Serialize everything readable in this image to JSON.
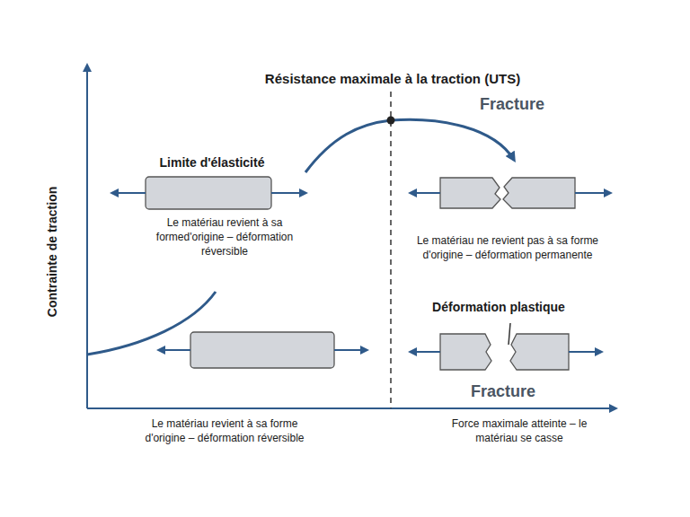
{
  "diagram": {
    "title": "Résistance maximale à la traction (UTS)",
    "labels": [
      "Contrainte de traction",
      "Fracture",
      "Limite d'élasticité",
      "Le matériau revient à sa formed'origine – déformation réversible",
      "Le matériau ne revient pas à sa forme d'origine – déformation permanente",
      "Déformation plastique",
      "Fracture",
      "Le matériau revient à sa forme d'origine – déformation réversible",
      "Force maximale atteinte – le matériau se casse"
    ]
  }
}
